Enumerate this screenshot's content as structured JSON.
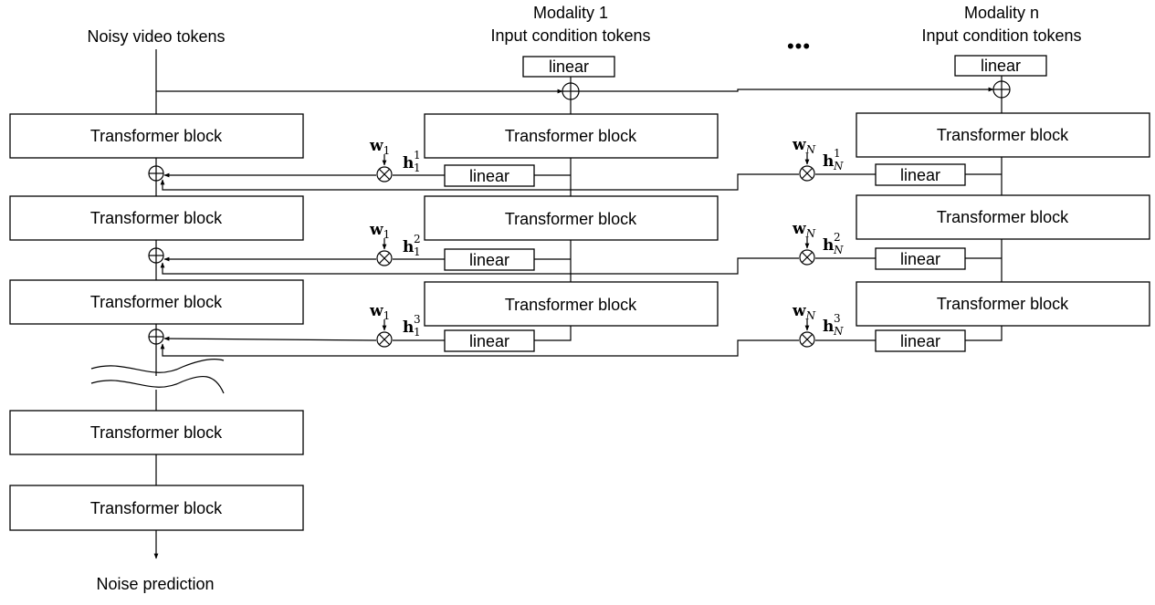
{
  "labels": {
    "input": "Noisy video tokens",
    "output": "Noise prediction",
    "modality1_title": "Modality 1",
    "modality1_sub": "Input condition tokens",
    "modalityn_title": "Modality n",
    "modalityn_sub": "Input condition tokens",
    "ellipsis": "•••"
  },
  "block_label": "Transformer block",
  "linear_label": "linear",
  "branch1": {
    "weight_symbol": "w",
    "weight_sub": "1",
    "feature_symbol": "h",
    "feature_sub": "1",
    "feature_sups": [
      "1",
      "2",
      "3"
    ]
  },
  "branchN": {
    "weight_symbol": "w",
    "weight_sub": "N",
    "feature_symbol": "h",
    "feature_sub": "N",
    "feature_sups": [
      "1",
      "2",
      "3"
    ]
  }
}
